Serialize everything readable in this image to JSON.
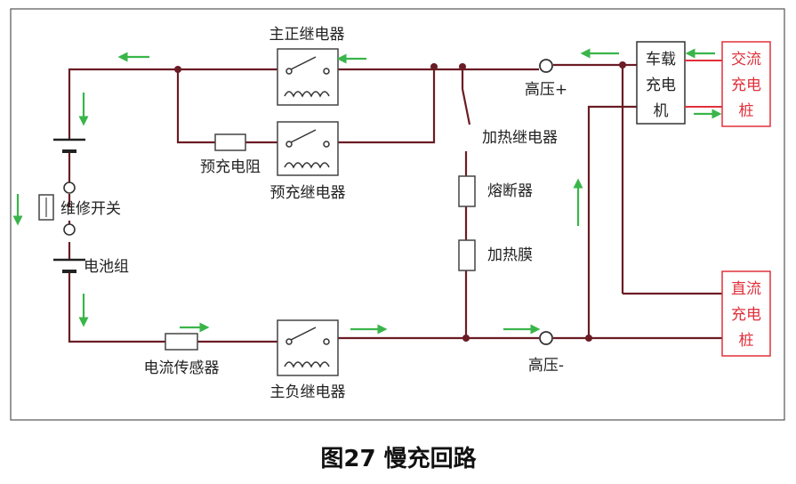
{
  "caption": "图27 慢充回路",
  "labels": {
    "main_pos_relay": "主正继电器",
    "precharge_resistor": "预充电阻",
    "precharge_relay": "预充继电器",
    "service_switch": "维修开关",
    "battery_pack": "电池组",
    "current_sensor": "电流传感器",
    "main_neg_relay": "主负继电器",
    "heater_relay": "加热继电器",
    "fuse": "熔断器",
    "heater_film": "加热膜",
    "hv_pos": "高压+",
    "hv_neg": "高压-"
  },
  "boxes": {
    "obc": [
      "车载",
      "充电",
      "机"
    ],
    "ac_pile": [
      "交流",
      "充电",
      "桩"
    ],
    "dc_pile": [
      "直流",
      "充电",
      "桩"
    ]
  },
  "colors": {
    "wire": "#6b1c24",
    "arrow": "#3ab54a",
    "red": "#e0303a",
    "frame": "#444444"
  }
}
